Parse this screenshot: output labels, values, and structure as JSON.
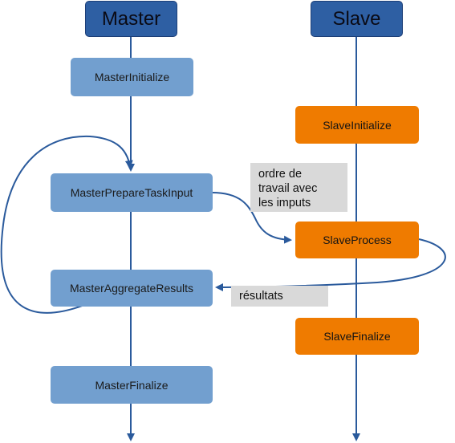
{
  "colors": {
    "header_fill": "#2e5fa3",
    "master_fill": "#729fcf",
    "slave_fill": "#ef7b00",
    "note_fill": "#d9d9d9",
    "arrow": "#2a5a9c"
  },
  "master": {
    "header": "Master",
    "steps": [
      "MasterInitialize",
      "MasterPrepareTaskInput",
      "MasterAggregateResults",
      "MasterFinalize"
    ]
  },
  "slave": {
    "header": "Slave",
    "steps": [
      "SlaveInitialize",
      "SlaveProcess",
      "SlaveFinalize"
    ]
  },
  "notes": {
    "work_order": [
      "ordre de",
      "travail avec",
      "les imputs"
    ],
    "results": "résultats"
  }
}
